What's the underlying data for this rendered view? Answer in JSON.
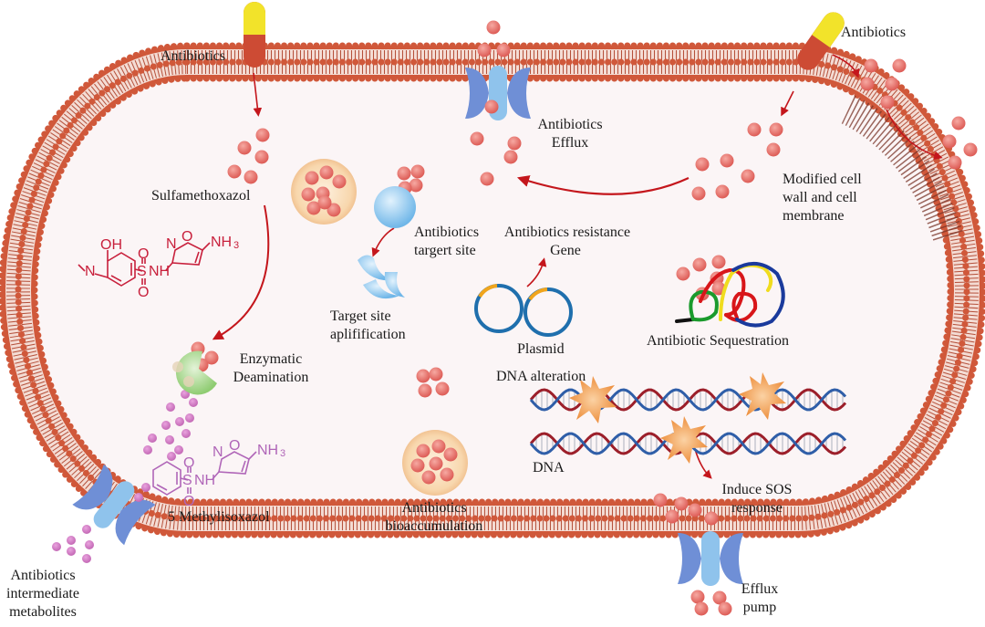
{
  "title": "Mechanisms of bacterial antibiotic resistance",
  "colors": {
    "membrane_head": "#d0583a",
    "membrane_tail": "#b5503a",
    "membrane_modified": "#7a3428",
    "cell_interior": "#fbf5f6",
    "antibiotic_particle": "#e8706a",
    "metabolite_particle": "#d07bc0",
    "efflux_pump_outer": "#6f8fd6",
    "efflux_pump_inner": "#8fc3ec",
    "arrow": "#c4161c",
    "capsule_top": "#f2e32a",
    "capsule_bottom": "#cd4b34",
    "sulfamethoxazol_structure": "#c8203c",
    "methylisoxazol_structure": "#b066b8",
    "plasmid_ring": "#1f6fad",
    "plasmid_gene": "#f1a51c",
    "damage_star": "#f0913a",
    "enzyme": "#a9d98e",
    "target_site": "#8cc8ee",
    "vesicle": "#f7d2a8"
  },
  "labels": {
    "antibiotics_top_left": "Antibiotics",
    "antibiotics_top_right": "Antibiotics",
    "antibiotics_efflux": [
      "Antibiotics",
      "Efflux"
    ],
    "sulfamethoxazol": "Sulfamethoxazol",
    "modified_wall": [
      "Modified cell",
      "wall and cell",
      "membrane"
    ],
    "target_site_antibiotics": [
      "Antibiotics",
      "targert site"
    ],
    "resistance_gene": [
      "Antibiotics resistance",
      "Gene"
    ],
    "target_amplification": [
      "Target site",
      "aplifification"
    ],
    "plasmid": "Plasmid",
    "sequestration": "Antibiotic Sequestration",
    "enzymatic": [
      "Enzymatic",
      "Deamination"
    ],
    "dna_alteration": "DNA alteration",
    "dna": "DNA",
    "sos": [
      "Induce SOS",
      "response"
    ],
    "methylisoxazol": "5 Methylisoxazol",
    "bioaccumulation": [
      "Antibiotics",
      "bioaccumulation"
    ],
    "intermediate": [
      "Antibiotics",
      "intermediate",
      "metabolites"
    ],
    "efflux_pump": [
      "Efflux",
      "pump"
    ]
  },
  "chemistry": {
    "sulfamethoxazol": {
      "oh": "OH",
      "n_left": "N",
      "s": "S",
      "o_top": "O",
      "o_bottom": "O",
      "nh": "NH",
      "ring_n": "N",
      "ring_o": "O",
      "nh3": "NH",
      "sub3": "3"
    },
    "methylisoxazol": {
      "s": "S",
      "o_top": "O",
      "o_bottom": "O",
      "nh": "NH",
      "ring_n": "N",
      "ring_o": "O",
      "nh3": "NH",
      "sub3": "3"
    }
  }
}
